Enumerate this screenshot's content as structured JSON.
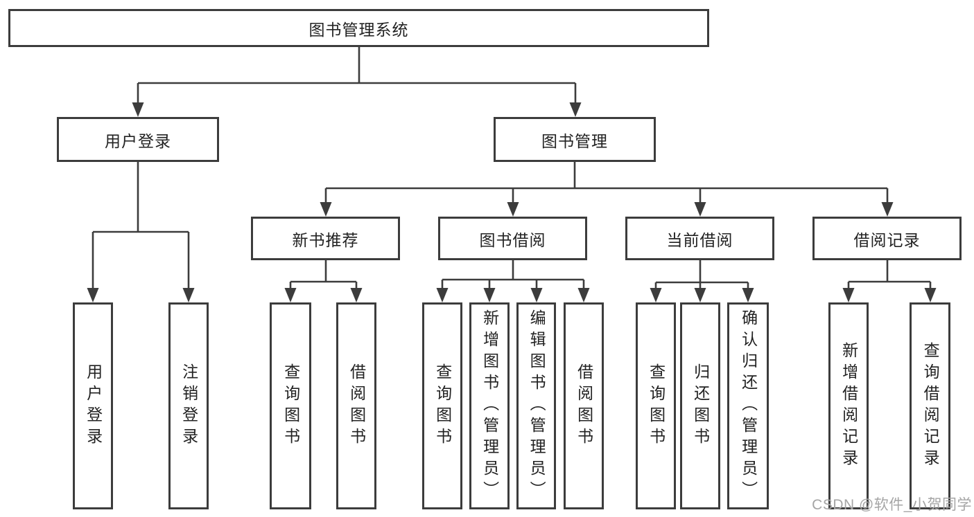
{
  "diagram": {
    "type": "tree",
    "orientation": "top-down",
    "tree": {
      "label": "图书管理系统",
      "children": [
        {
          "label": "用户登录",
          "children": [
            {
              "label": "用户登录"
            },
            {
              "label": "注销登录"
            }
          ]
        },
        {
          "label": "图书管理",
          "children": [
            {
              "label": "新书推荐",
              "children": [
                {
                  "label": "查询图书"
                },
                {
                  "label": "借阅图书"
                }
              ]
            },
            {
              "label": "图书借阅",
              "children": [
                {
                  "label": "查询图书"
                },
                {
                  "label": "新增图书（管理员）"
                },
                {
                  "label": "编辑图书（管理员）"
                },
                {
                  "label": "借阅图书"
                }
              ]
            },
            {
              "label": "当前借阅",
              "children": [
                {
                  "label": "查询图书"
                },
                {
                  "label": "归还图书"
                },
                {
                  "label": "确认归还（管理员）"
                }
              ]
            },
            {
              "label": "借阅记录",
              "children": [
                {
                  "label": "新增借阅记录"
                },
                {
                  "label": "查询借阅记录"
                }
              ]
            }
          ]
        }
      ]
    }
  },
  "watermark": "CSDN @软件_小贺同学",
  "colors": {
    "line": "#3c3c3c",
    "box_border": "#3c3c3c",
    "text": "#222222",
    "watermark": "#a5a5a5",
    "background": "#ffffff"
  }
}
